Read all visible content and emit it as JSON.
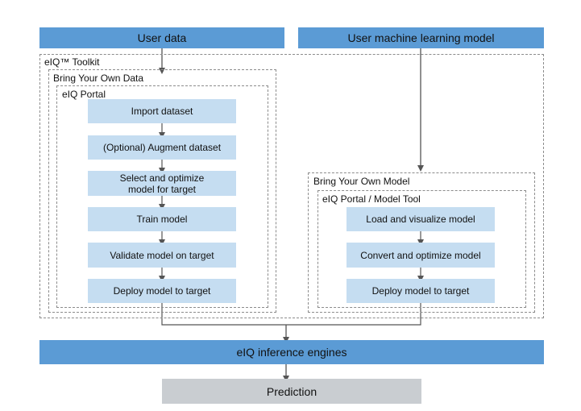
{
  "inputs": {
    "user_data": "User data",
    "user_model": "User machine learning model"
  },
  "toolkit": {
    "label": "eIQ™ Toolkit"
  },
  "byod": {
    "label": "Bring Your Own Data",
    "portal_label": "eIQ Portal",
    "steps": [
      "Import dataset",
      "(Optional) Augment dataset",
      "Select and optimize model for target",
      "Train model",
      "Validate model on target",
      "Deploy model to target"
    ]
  },
  "byom": {
    "label": "Bring Your Own Model",
    "portal_label": "eIQ Portal / Model Tool",
    "steps": [
      "Load and visualize model",
      "Convert and optimize model",
      "Deploy model to target"
    ]
  },
  "inference": "eIQ inference engines",
  "prediction": "Prediction",
  "colors": {
    "header_blue": "#5b9bd5",
    "step_blue": "#c5ddf1",
    "prediction_gray": "#c9cdd1",
    "connector": "#555555"
  }
}
